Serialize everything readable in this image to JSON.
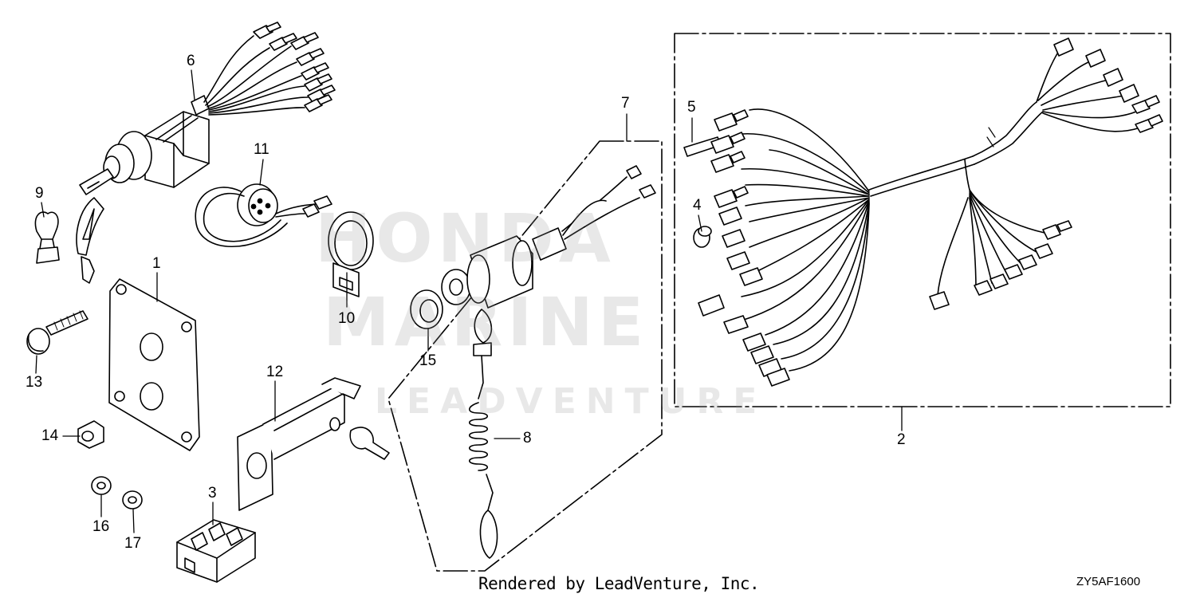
{
  "callouts": [
    {
      "id": "1",
      "label": "1"
    },
    {
      "id": "2",
      "label": "2"
    },
    {
      "id": "3",
      "label": "3"
    },
    {
      "id": "4",
      "label": "4"
    },
    {
      "id": "5",
      "label": "5"
    },
    {
      "id": "6",
      "label": "6"
    },
    {
      "id": "7",
      "label": "7"
    },
    {
      "id": "8",
      "label": "8"
    },
    {
      "id": "9",
      "label": "9"
    },
    {
      "id": "10",
      "label": "10"
    },
    {
      "id": "11",
      "label": "11"
    },
    {
      "id": "12",
      "label": "12"
    },
    {
      "id": "13",
      "label": "13"
    },
    {
      "id": "14",
      "label": "14"
    },
    {
      "id": "15",
      "label": "15"
    },
    {
      "id": "16",
      "label": "16"
    },
    {
      "id": "17",
      "label": "17"
    }
  ],
  "watermark": {
    "brand_line1": "HONDA",
    "brand_line2": "MARINE",
    "vendor": "LEADVENTURE"
  },
  "footer": {
    "credit": "Rendered by LeadVenture, Inc.",
    "diagram_code": "ZY5AF1600"
  }
}
